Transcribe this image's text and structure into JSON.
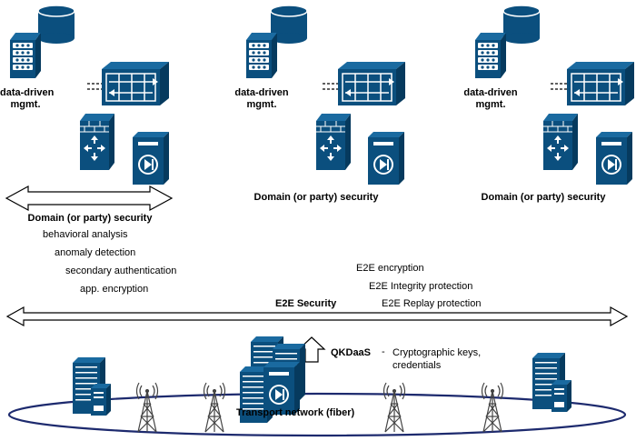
{
  "domains": [
    {
      "mgmt_label_line1": "data-driven",
      "mgmt_label_line2": "mgmt.",
      "security_label": "Domain (or party) security"
    },
    {
      "mgmt_label_line1": "data-driven",
      "mgmt_label_line2": "mgmt.",
      "security_label": "Domain (or party) security"
    },
    {
      "mgmt_label_line1": "data-driven",
      "mgmt_label_line2": "mgmt.",
      "security_label": "Domain (or party) security"
    }
  ],
  "domain_security_features": [
    "behavioral analysis",
    "anomaly detection",
    "secondary authentication",
    "app. encryption"
  ],
  "e2e": {
    "label": "E2E Security",
    "features": [
      "E2E encryption",
      "E2E Integrity protection",
      "E2E Replay protection"
    ]
  },
  "qkdaas": {
    "label": "QKDaaS",
    "dash": "-",
    "desc_line1": "Cryptographic keys,",
    "desc_line2": "credentials"
  },
  "transport": {
    "label": "Transport network (fiber)"
  },
  "icon_color": "#0b4f7e",
  "ring_color": "#1d2a6e"
}
